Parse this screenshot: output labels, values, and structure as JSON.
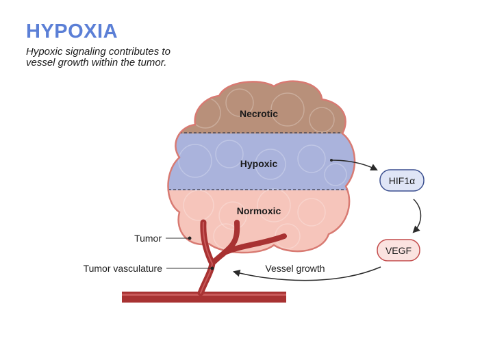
{
  "title": "HYPOXIA",
  "subtitle_line1": "Hypoxic signaling contributes to",
  "subtitle_line2": "vessel growth within the tumor.",
  "zones": {
    "necrotic": "Necrotic",
    "hypoxic": "Hypoxic",
    "normoxic": "Normoxic"
  },
  "pathway": {
    "hif": "HIF1α",
    "vegf": "VEGF",
    "vessel_growth": "Vessel growth"
  },
  "callouts": {
    "tumor": "Tumor",
    "vasculature": "Tumor vasculature"
  },
  "colors": {
    "title": "#5b7fd6",
    "necrotic": "#b8907a",
    "hypoxic": "#aab3dc",
    "normoxic": "#f6c5bb",
    "vessel": "#a83232",
    "hif_fill": "#dfe5f6",
    "hif_stroke": "#3b4f8f",
    "vegf_fill": "#fbe3e0",
    "vegf_stroke": "#c24a4a"
  }
}
